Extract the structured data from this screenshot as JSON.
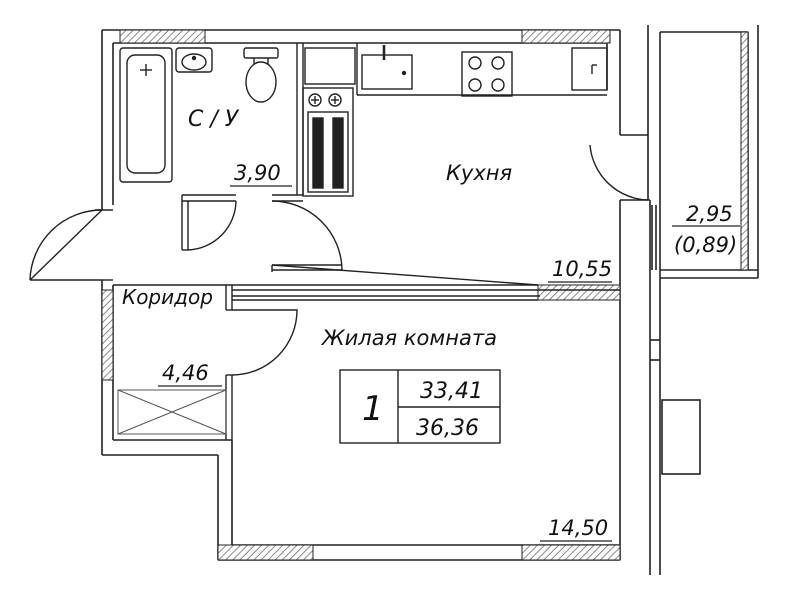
{
  "rooms": {
    "bathroom": {
      "name": "С / У",
      "area": "3,90"
    },
    "kitchen": {
      "name": "Кухня",
      "area": "10,55"
    },
    "corridor": {
      "name": "Коридор",
      "area": "4,46"
    },
    "living": {
      "name": "Жилая комната",
      "area": "14,50"
    },
    "balcony": {
      "area": "2,95",
      "area_reduced": "(0,89)"
    }
  },
  "summary": {
    "rooms_count": "1",
    "living_area": "33,41",
    "total_area": "36,36"
  },
  "colors": {
    "line": "#222222",
    "hatch": "#9a9a9a",
    "wall_fill": "#ffffff"
  }
}
